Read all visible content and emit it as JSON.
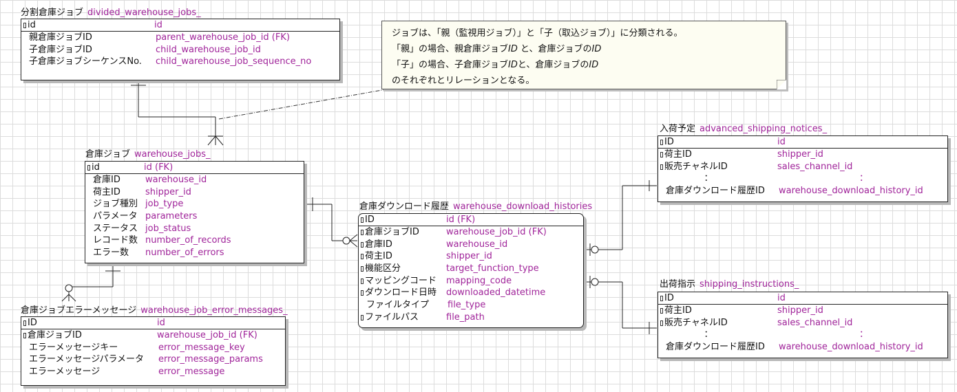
{
  "entities": {
    "divided": {
      "logical": "分割倉庫ジョブ",
      "physical": "divided_warehouse_jobs_",
      "rows": [
        {
          "l": "id",
          "p": "id",
          "pk": true,
          "mark": true
        },
        {
          "l": "親倉庫ジョブID",
          "p": "parent_warehouse_job_id (FK)",
          "mark": false
        },
        {
          "l": "子倉庫ジョブID",
          "p": "child_warehouse_job_id",
          "mark": false
        },
        {
          "l": "子倉庫ジョブシーケンスNo.",
          "p": "child_warehouse_job_sequence_no",
          "mark": false
        }
      ]
    },
    "jobs": {
      "logical": "倉庫ジョブ",
      "physical": "warehouse_jobs_",
      "rows": [
        {
          "l": "id",
          "p": "id (FK)",
          "pk": true,
          "mark": true
        },
        {
          "l": "倉庫ID",
          "p": "warehouse_id",
          "mark": false
        },
        {
          "l": "荷主ID",
          "p": "shipper_id",
          "mark": false
        },
        {
          "l": "ジョブ種別",
          "p": "job_type",
          "mark": false
        },
        {
          "l": "パラメータ",
          "p": "parameters",
          "mark": false
        },
        {
          "l": "ステータス",
          "p": "job_status",
          "mark": false
        },
        {
          "l": "レコード数",
          "p": "number_of_records",
          "mark": false
        },
        {
          "l": "エラー数",
          "p": "number_of_errors",
          "mark": false
        }
      ]
    },
    "errors": {
      "logical": "倉庫ジョブエラーメッセージ",
      "physical": "warehouse_job_error_messages_",
      "rows": [
        {
          "l": "ID",
          "p": "id",
          "pk": true,
          "mark": true
        },
        {
          "l": "倉庫ジョブID",
          "p": "warehouse_job_id (FK)",
          "mark": true
        },
        {
          "l": "エラーメッセージキー",
          "p": "error_message_key",
          "mark": false
        },
        {
          "l": "エラーメッセージパラメータ",
          "p": "error_message_params",
          "mark": false
        },
        {
          "l": "エラーメッセージ",
          "p": "error_message",
          "mark": false
        }
      ]
    },
    "downloads": {
      "logical": "倉庫ダウンロード履歴",
      "physical": "warehouse_download_histories",
      "rows": [
        {
          "l": "ID",
          "p": "id (FK)",
          "pk": true,
          "mark": true
        },
        {
          "l": "倉庫ジョブID",
          "p": "warehouse_job_id (FK)",
          "mark": true
        },
        {
          "l": "倉庫ID",
          "p": "warehouse_id",
          "mark": true
        },
        {
          "l": "荷主ID",
          "p": "shipper_id",
          "mark": true
        },
        {
          "l": "機能区分",
          "p": "target_function_type",
          "mark": true
        },
        {
          "l": "マッピングコード",
          "p": "mapping_code",
          "mark": true
        },
        {
          "l": "ダウンロード日時",
          "p": "downloaded_datetime",
          "mark": true
        },
        {
          "l": "ファイルタイプ",
          "p": "file_type",
          "mark": false
        },
        {
          "l": "ファイルパス",
          "p": "file_path",
          "mark": true
        }
      ]
    },
    "asn": {
      "logical": "入荷予定",
      "physical": "advanced_shipping_notices_",
      "rows": [
        {
          "l": "ID",
          "p": "id",
          "pk": true,
          "mark": true
        },
        {
          "l": "荷主ID",
          "p": "shipper_id",
          "mark": true
        },
        {
          "l": "販売チャネルID",
          "p": "sales_channel_id",
          "mark": true
        },
        {
          "l": "：",
          "p": "：",
          "mark": false,
          "ellipsis": true
        },
        {
          "l": "倉庫ダウンロード履歴ID",
          "p": "warehouse_download_history_id",
          "mark": false
        }
      ]
    },
    "ship": {
      "logical": "出荷指示",
      "physical": "shipping_instructions_",
      "rows": [
        {
          "l": "ID",
          "p": "id",
          "pk": true,
          "mark": true
        },
        {
          "l": "荷主ID",
          "p": "shipper_id",
          "mark": true
        },
        {
          "l": "販売チャネルID",
          "p": "sales_channel_id",
          "mark": true
        },
        {
          "l": "：",
          "p": "：",
          "mark": false,
          "ellipsis": true
        },
        {
          "l": "倉庫ダウンロード履歴ID",
          "p": "warehouse_download_history_id",
          "mark": false
        }
      ]
    }
  },
  "note": {
    "line1": "ジョブは、「親（監視用ジョブ）」と「子（取込ジョブ）」に分類される。",
    "line2a": "「親」の場合、親倉庫ジョブ",
    "line2b": "ID",
    "line2c": " と、倉庫ジョブの",
    "line2d": "ID",
    "line3a": "「子」の場合、子倉庫ジョブ",
    "line3b": "ID",
    "line3c": "と、倉庫ジョブの",
    "line3d": "ID",
    "line4": "のそれぞれとリレーションとなる。"
  },
  "colors": {
    "physical_name": "#a0249a",
    "border": "#222222",
    "note_bg": "#fdfdf2",
    "grid": "#dcdcdc"
  }
}
